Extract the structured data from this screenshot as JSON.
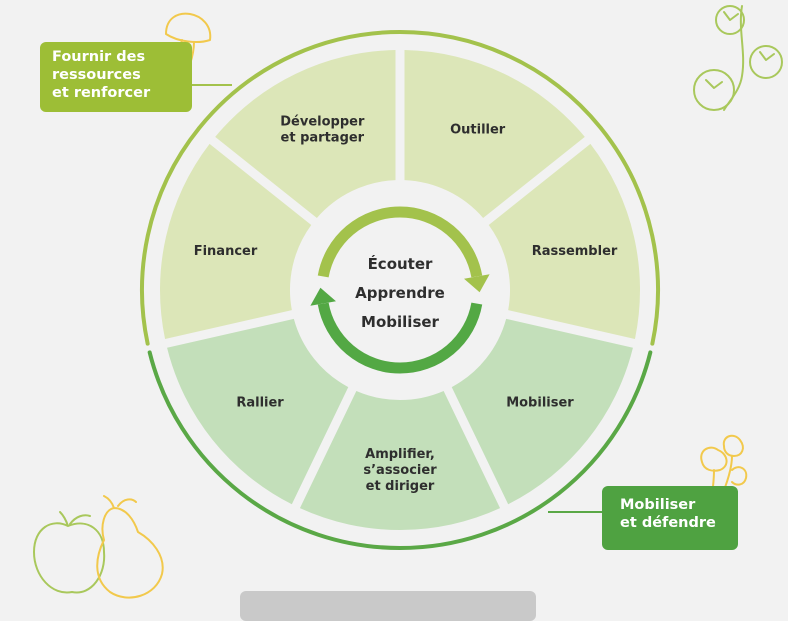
{
  "colors": {
    "background": "#f2f2f2",
    "segment_light": "#dce6b8",
    "segment_medium": "#c3dfba",
    "arc_top": "#a3c24c",
    "arc_bottom": "#5aa846",
    "arrow_top": "#a3c24c",
    "arrow_bottom": "#53a844",
    "callout_top": "#9dbe36",
    "callout_bottom": "#4fa241",
    "text": "#2e2e2e",
    "doodle_green": "#a9c85c",
    "doodle_yellow": "#f2c94c"
  },
  "segments": [
    {
      "id": "outiller",
      "lines": [
        "Outiller"
      ]
    },
    {
      "id": "rassembler",
      "lines": [
        "Rassembler"
      ]
    },
    {
      "id": "mobiliser",
      "lines": [
        "Mobiliser"
      ]
    },
    {
      "id": "amplifier",
      "lines": [
        "Amplifier,",
        "s’associer",
        "et diriger"
      ]
    },
    {
      "id": "rallier",
      "lines": [
        "Rallier"
      ]
    },
    {
      "id": "financer",
      "lines": [
        "Financer"
      ]
    },
    {
      "id": "developper",
      "lines": [
        "Développer",
        "et partager"
      ]
    }
  ],
  "center": {
    "line1": "Écouter",
    "line2": "Apprendre",
    "line3": "Mobiliser"
  },
  "callouts": {
    "top": {
      "line1": "Fournir des",
      "line2": "ressources",
      "line3": "et renforcer"
    },
    "bottom": {
      "line1": "Mobiliser",
      "line2": "et défendre"
    }
  },
  "icons": {
    "top_left": "mushroom-icon",
    "top_right": "tomato-vine-icon",
    "bottom_left": "apple-pear-icon",
    "bottom_right": "mushrooms-cluster-icon"
  }
}
